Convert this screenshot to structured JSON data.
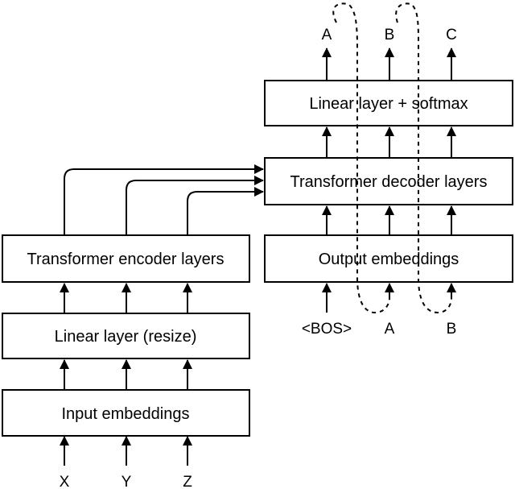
{
  "encoder": {
    "input_embeddings": "Input embeddings",
    "linear_resize": "Linear layer (resize)",
    "encoder_layers": "Transformer encoder layers",
    "inputs": [
      "X",
      "Y",
      "Z"
    ]
  },
  "decoder": {
    "output_embeddings": "Output embeddings",
    "decoder_layers": "Transformer decoder layers",
    "linear_softmax": "Linear layer + softmax",
    "inputs": [
      "<BOS>",
      "A",
      "B"
    ],
    "outputs": [
      "A",
      "B",
      "C"
    ]
  }
}
